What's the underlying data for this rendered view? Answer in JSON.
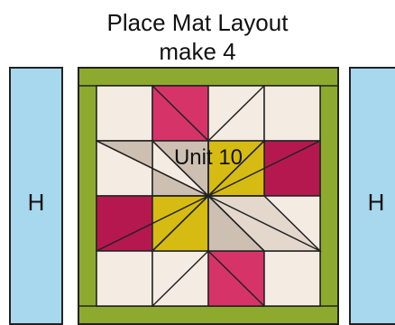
{
  "title": "Place Mat Layout",
  "subtitle": "make 4",
  "side_strips": {
    "left_label": "H",
    "right_label": "H"
  },
  "block": {
    "label": "Unit 10"
  },
  "colors": {
    "border_green": "#8eaa2e",
    "cream": "#f4ebe2",
    "magenta": "#d63469",
    "wine": "#b5184f",
    "gold": "#d6bc12",
    "taupe": "#cdbfb1",
    "light_taupe": "#e4d8cd",
    "strip_blue": "#a8d8ee",
    "outline": "#222222"
  }
}
